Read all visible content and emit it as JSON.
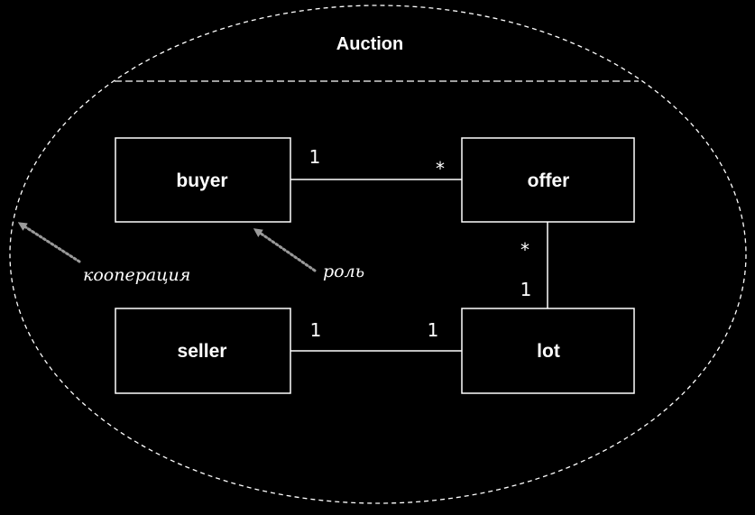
{
  "diagram": {
    "collaboration_name": "Auction",
    "classes": {
      "buyer": "buyer",
      "offer": "offer",
      "seller": "seller",
      "lot": "lot"
    },
    "multiplicities": {
      "buyer_offer_buyer_end": "1",
      "buyer_offer_offer_end": "*",
      "offer_lot_offer_end": "*",
      "offer_lot_lot_end": "1",
      "seller_lot_seller_end": "1",
      "seller_lot_lot_end": "1"
    },
    "annotations": {
      "collaboration": "кооперация",
      "role": "роль"
    }
  },
  "colors": {
    "background": "#000000",
    "foreground": "#ffffff",
    "annotation": "#9a9a9a"
  }
}
